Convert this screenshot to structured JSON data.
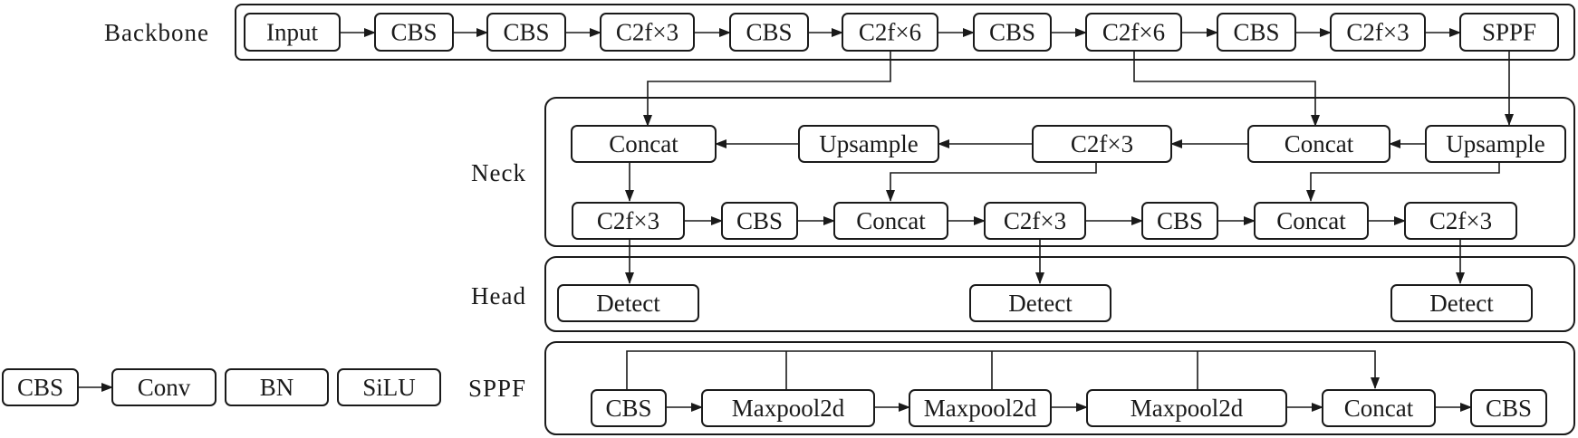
{
  "sections": {
    "backbone": "Backbone",
    "neck": "Neck",
    "head": "Head",
    "sppf": "SPPF"
  },
  "nodes": {
    "b_input": "Input",
    "b_cbs1": "CBS",
    "b_cbs2": "CBS",
    "b_c2f3a": "C2f×3",
    "b_cbs3": "CBS",
    "b_c2f6a": "C2f×6",
    "b_cbs4": "CBS",
    "b_c2f6b": "C2f×6",
    "b_cbs5": "CBS",
    "b_c2f3b": "C2f×3",
    "b_sppf": "SPPF",
    "n_concat1": "Concat",
    "n_upsample1": "Upsample",
    "n_c2f3top": "C2f×3",
    "n_concat2": "Concat",
    "n_upsample2": "Upsample",
    "n_c2f3a": "C2f×3",
    "n_cbs1": "CBS",
    "n_concat3": "Concat",
    "n_c2f3b": "C2f×3",
    "n_cbs2": "CBS",
    "n_concat4": "Concat",
    "n_c2f3c": "C2f×3",
    "h_detect1": "Detect",
    "h_detect2": "Detect",
    "h_detect3": "Detect",
    "l_cbs": "CBS",
    "l_conv": "Conv",
    "l_bn": "BN",
    "l_silu": "SiLU",
    "s_cbs1": "CBS",
    "s_max1": "Maxpool2d",
    "s_max2": "Maxpool2d",
    "s_max3": "Maxpool2d",
    "s_concat": "Concat",
    "s_cbs2": "CBS"
  }
}
